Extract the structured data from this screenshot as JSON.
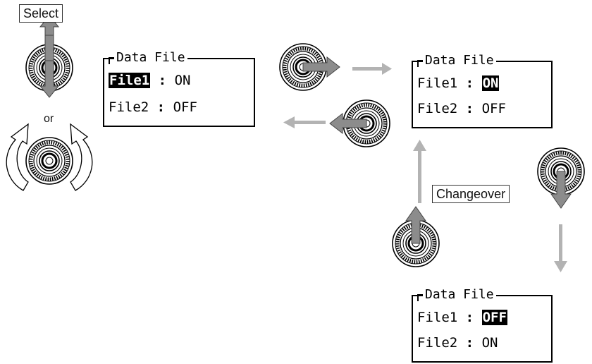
{
  "labels": {
    "select": "Select",
    "or": "or",
    "changeover": "Changeover"
  },
  "screens": [
    {
      "title": "Data File",
      "rows": [
        {
          "name": "File1",
          "sep": ":",
          "value": "ON",
          "highlight": "name"
        },
        {
          "name": "File2",
          "sep": ":",
          "value": "OFF",
          "highlight": "none"
        }
      ]
    },
    {
      "title": "Data File",
      "rows": [
        {
          "name": "File1",
          "sep": ":",
          "value": "ON",
          "highlight": "value"
        },
        {
          "name": "File2",
          "sep": ":",
          "value": "OFF",
          "highlight": "none"
        }
      ]
    },
    {
      "title": "Data File",
      "rows": [
        {
          "name": "File1",
          "sep": ":",
          "value": "OFF",
          "highlight": "value"
        },
        {
          "name": "File2",
          "sep": ":",
          "value": "ON",
          "highlight": "none"
        }
      ]
    }
  ],
  "colors": {
    "flow_arrow": "#b3b3b3",
    "knob_arrow": "#8c8c8c",
    "screen_border": "#000000"
  },
  "icons": [
    "rotary-knob-icon",
    "curved-arrow-icon",
    "flow-arrow-icon"
  ]
}
